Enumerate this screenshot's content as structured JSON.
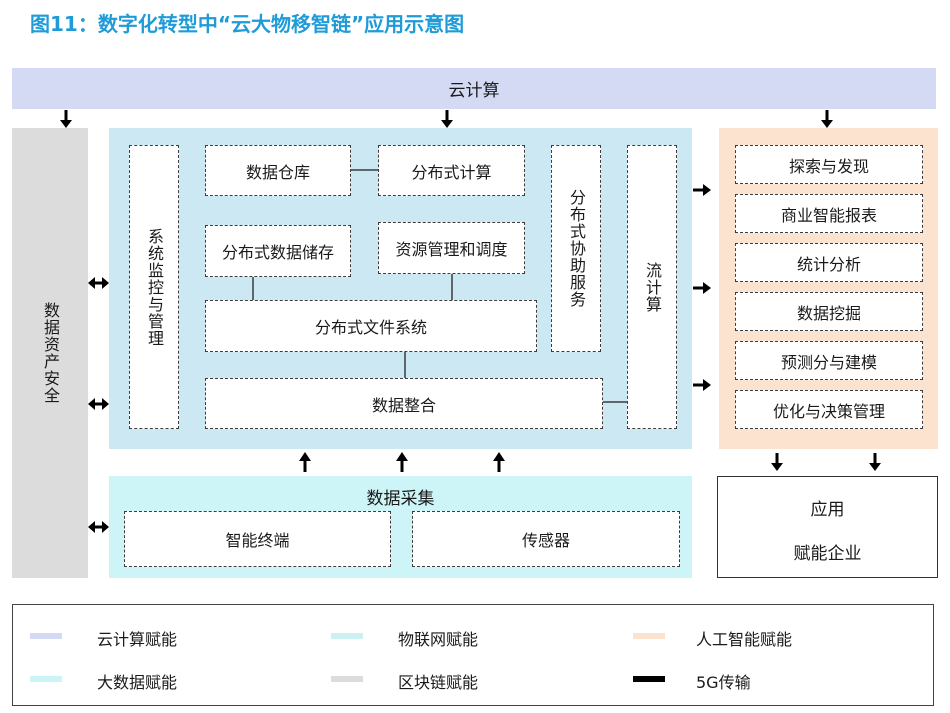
{
  "title": "图11：数字化转型中“云大物移智链”应用示意图",
  "cloud_bar": "云计算",
  "security": "数据资产安全",
  "core": {
    "monitor": "系统监控与管理",
    "warehouse": "数据仓库",
    "dist_compute": "分布式计算",
    "dist_storage": "分布式数据储存",
    "resource_mgmt": "资源管理和调度",
    "dfs": "分布式文件系统",
    "coord": "分布式协助服务",
    "stream": "流计算",
    "integration": "数据整合"
  },
  "collection": {
    "title": "数据采集",
    "terminal": "智能终端",
    "sensor": "传感器"
  },
  "analytics": [
    "探索与发现",
    "商业智能报表",
    "统计分析",
    "数据挖掘",
    "预测分与建模",
    "优化与决策管理"
  ],
  "application": {
    "line1": "应用",
    "line2": "赋能企业"
  },
  "legend": [
    {
      "label": "云计算赋能",
      "color": "#d4d9f4"
    },
    {
      "label": "物联网赋能",
      "color": "#cdf1f1"
    },
    {
      "label": "人工智能赋能",
      "color": "#fbe3d0"
    },
    {
      "label": "大数据赋能",
      "color": "#ccf4f6"
    },
    {
      "label": "区块链赋能",
      "color": "#dcdcdc"
    },
    {
      "label": "5G传输",
      "color": "#000000"
    }
  ],
  "colors": {
    "title": "#1f9bd7",
    "cloud": "#d4d9f4",
    "core_bg": "#cce8f3",
    "collection_bg": "#cdf4f6",
    "analytics_bg": "#fbe3d0",
    "security_bg": "#dcdcdc"
  }
}
